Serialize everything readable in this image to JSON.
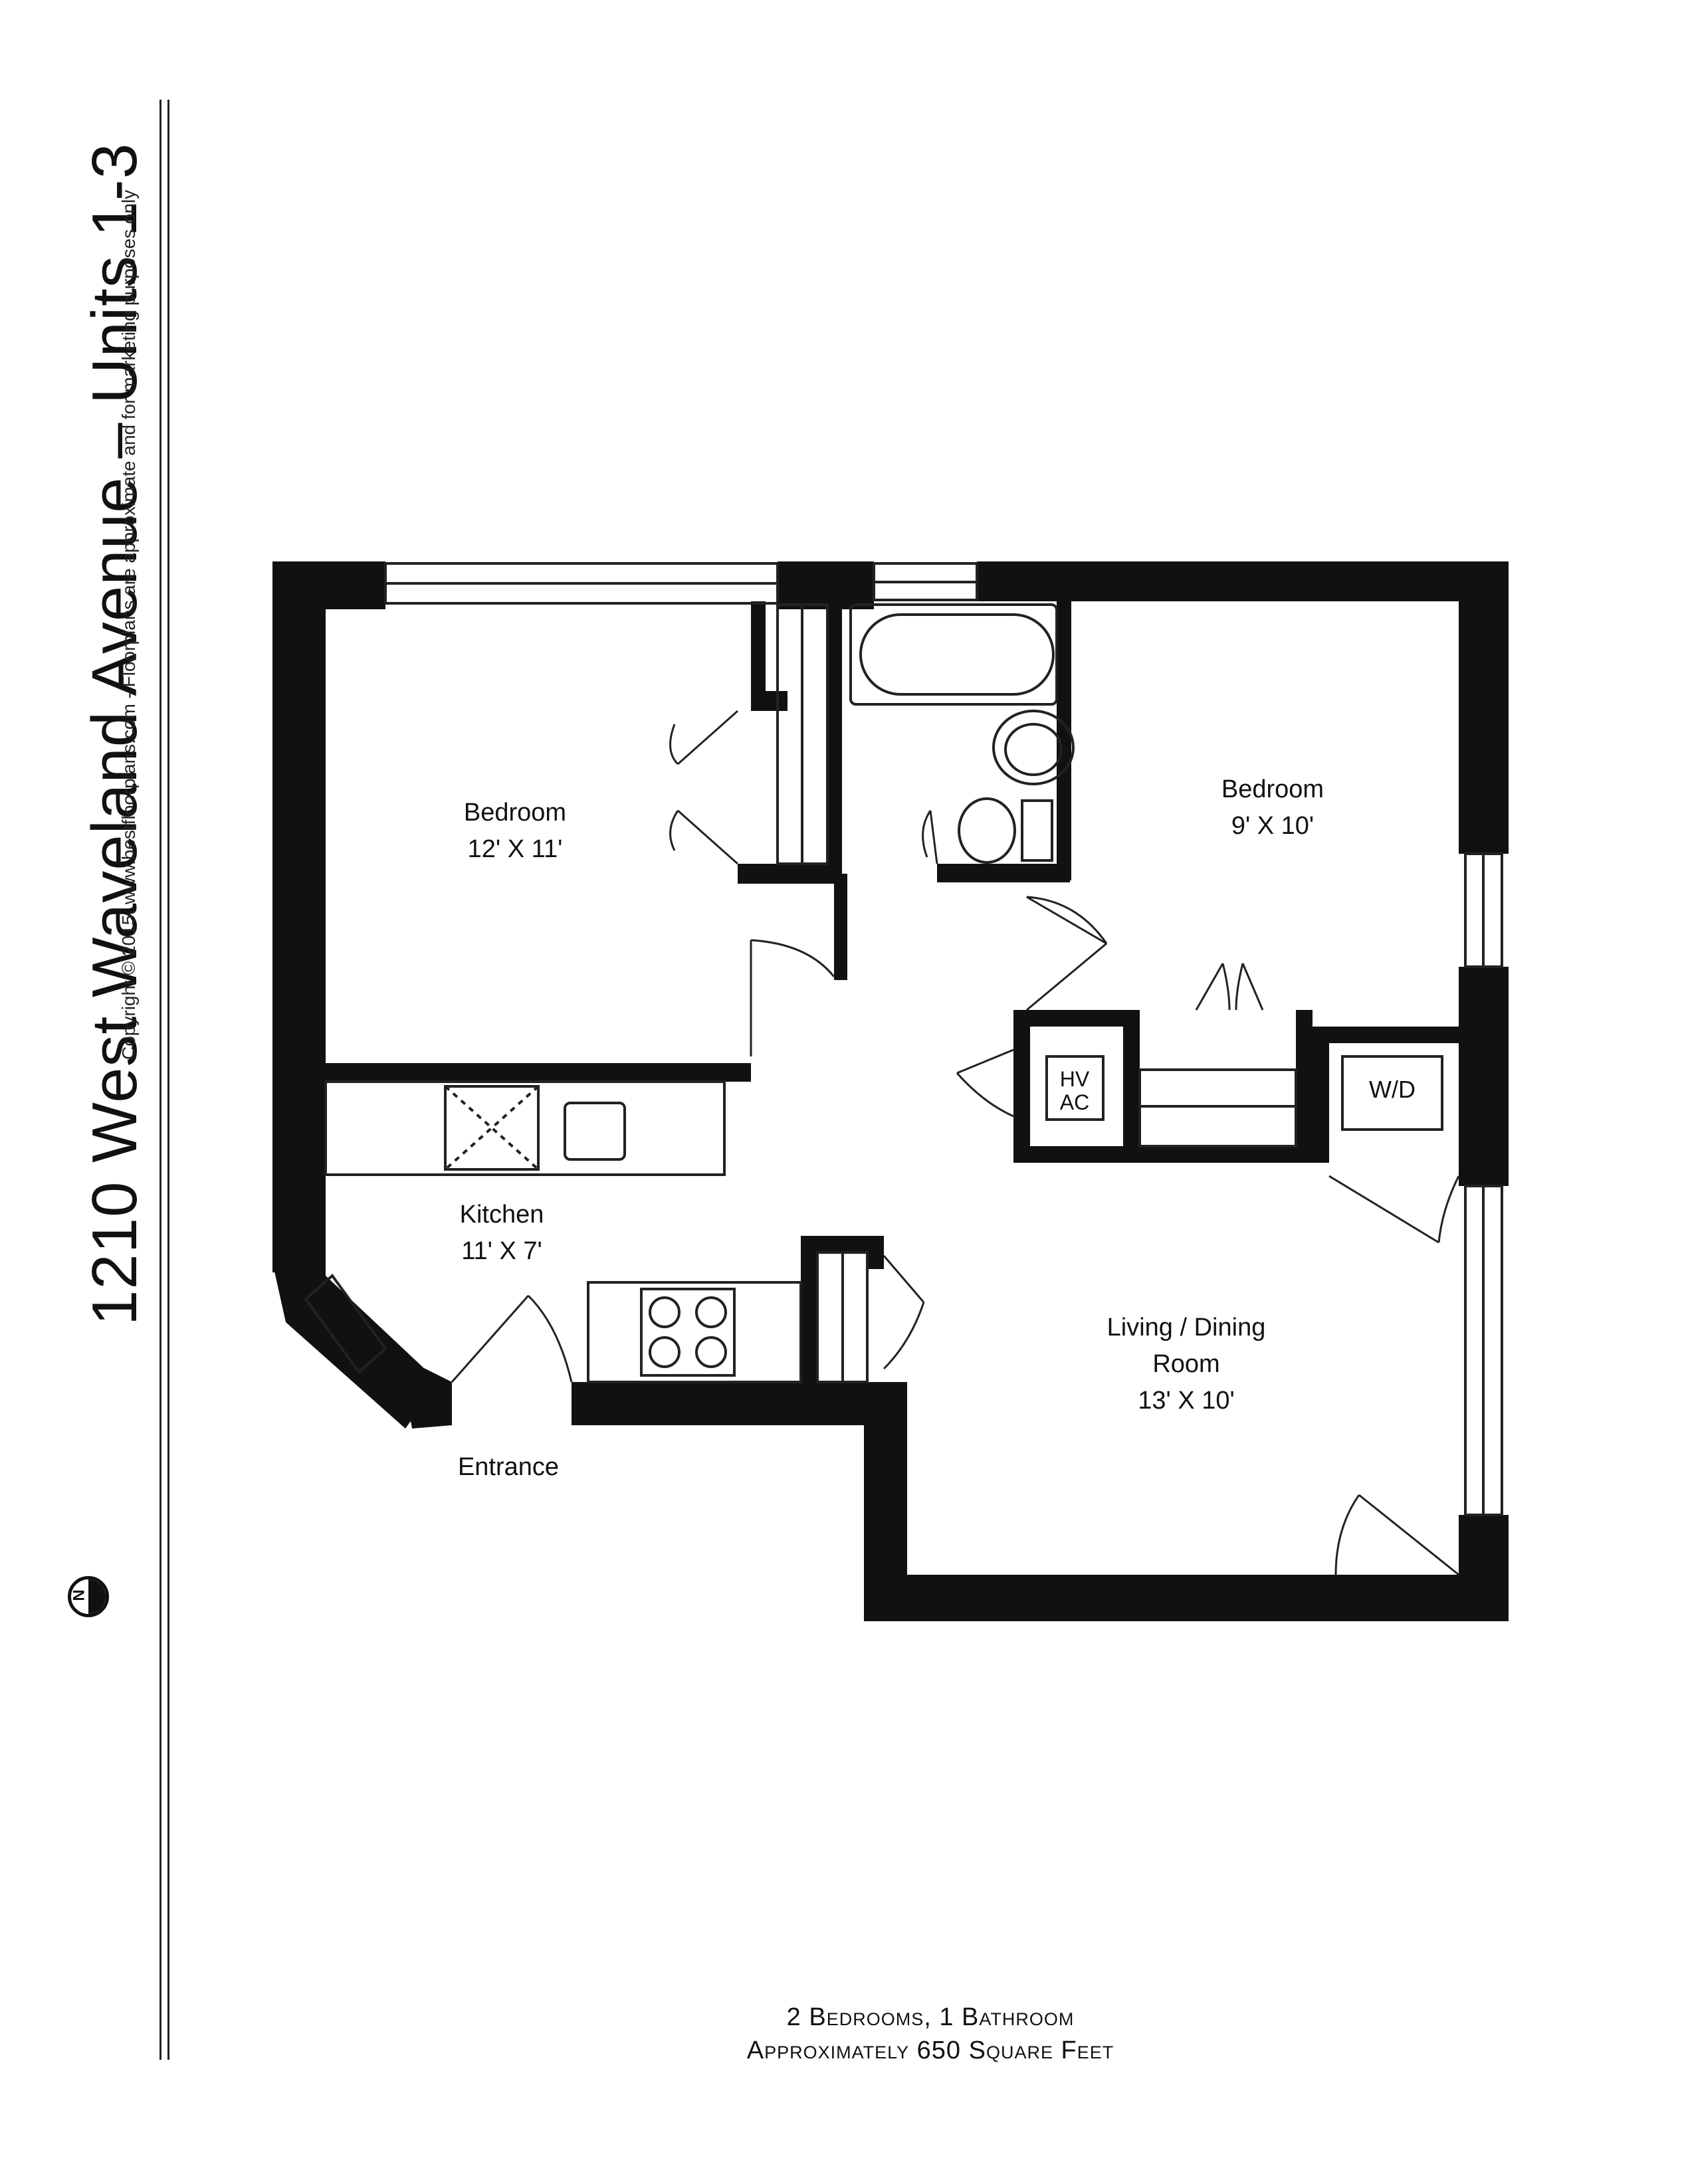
{
  "page": {
    "title": "1210 West Waveland Avenue – Units 1-3",
    "copyright": "Copyright © 2015. www.bestfloorplans.com - Floorplans are approximate and for marketing purposes only"
  },
  "rooms": [
    {
      "name": "Bedroom",
      "size": "12' X 11'"
    },
    {
      "name": "Bedroom",
      "size": "9' X 10'"
    },
    {
      "name": "Kitchen",
      "size": "11' X 7'"
    },
    {
      "name": "Living / Dining",
      "name2": "Room",
      "size": "13' X 10'"
    }
  ],
  "fixtures": {
    "hvac_line1": "HV",
    "hvac_line2": "AC",
    "washer_dryer": "W/D"
  },
  "entrance_label": "Entrance",
  "compass_letter": "N",
  "footer": {
    "line1": "2 Bedrooms, 1 Bathroom",
    "line2": "Approximately 650 Square Feet"
  }
}
